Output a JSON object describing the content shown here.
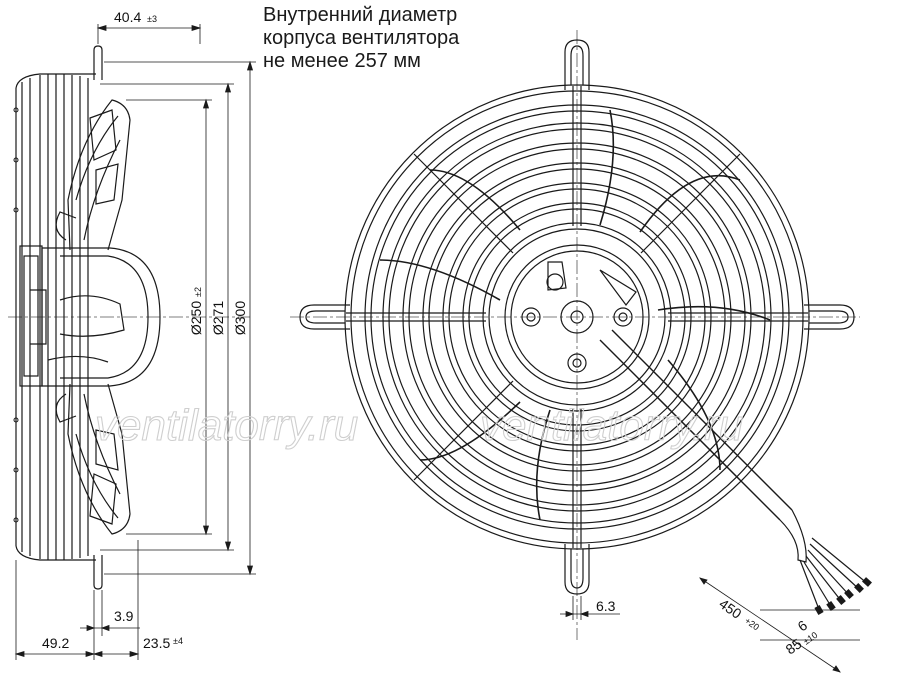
{
  "note": {
    "line1": "Внутренний диаметр",
    "line2": "корпуса вентилятора",
    "line3": "не менее 257 мм"
  },
  "dimensions": {
    "top_depth": "40.4",
    "top_depth_tol": "±3",
    "dia_inner": "Ø250",
    "dia_inner_tol": "±2",
    "dia_mid": "Ø271",
    "dia_outer": "Ø300",
    "gap": "3.9",
    "bottom_left": "49.2",
    "bottom_right": "23.5",
    "bottom_right_tol": "±4",
    "mount": "6.3",
    "cable_len": "450",
    "cable_len_tol": "+20",
    "wire_strip": "6",
    "wire_len": "85",
    "wire_len_tol": "±10"
  },
  "watermark": {
    "left": "ventilatorry.ru",
    "right": "ventilatorry.ru"
  },
  "colors": {
    "line": "#1a1a1a",
    "center_line": "#555555",
    "watermark": "#cfcfcf"
  }
}
